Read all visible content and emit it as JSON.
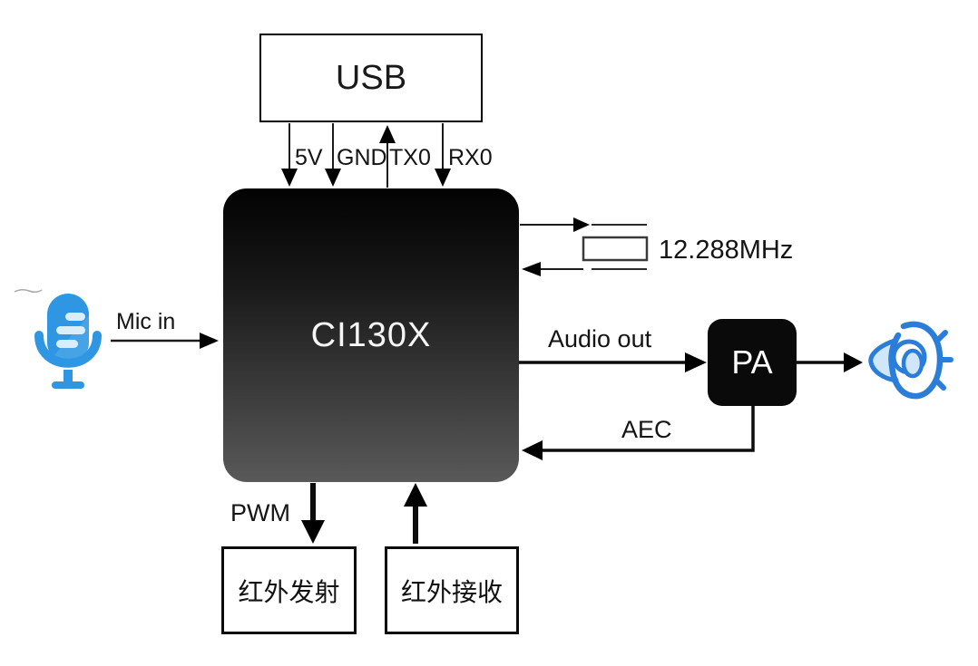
{
  "blocks": {
    "usb": {
      "label": "USB"
    },
    "chip": {
      "label": "CI130X"
    },
    "pa": {
      "label": "PA"
    },
    "ir_tx": {
      "label": "红外发射"
    },
    "ir_rx": {
      "label": "红外接收"
    }
  },
  "signals": {
    "v5": "5V",
    "gnd": "GND",
    "tx0": "TX0",
    "rx0": "RX0",
    "mic_in": "Mic in",
    "audio_out": "Audio out",
    "aec": "AEC",
    "pwm": "PWM",
    "crystal_freq": "12.288MHz"
  },
  "icons": {
    "mic": "microphone-icon",
    "speaker": "speaker-icon"
  },
  "colors": {
    "icon_blue": "#2e96e2",
    "speaker_stroke_blue": "#2a7dd8",
    "speaker_fill_blue": "#cfe7f8",
    "wire_black": "#1a1a1a",
    "chip_gradient_top": "#020202",
    "chip_gradient_bottom": "#595959"
  }
}
